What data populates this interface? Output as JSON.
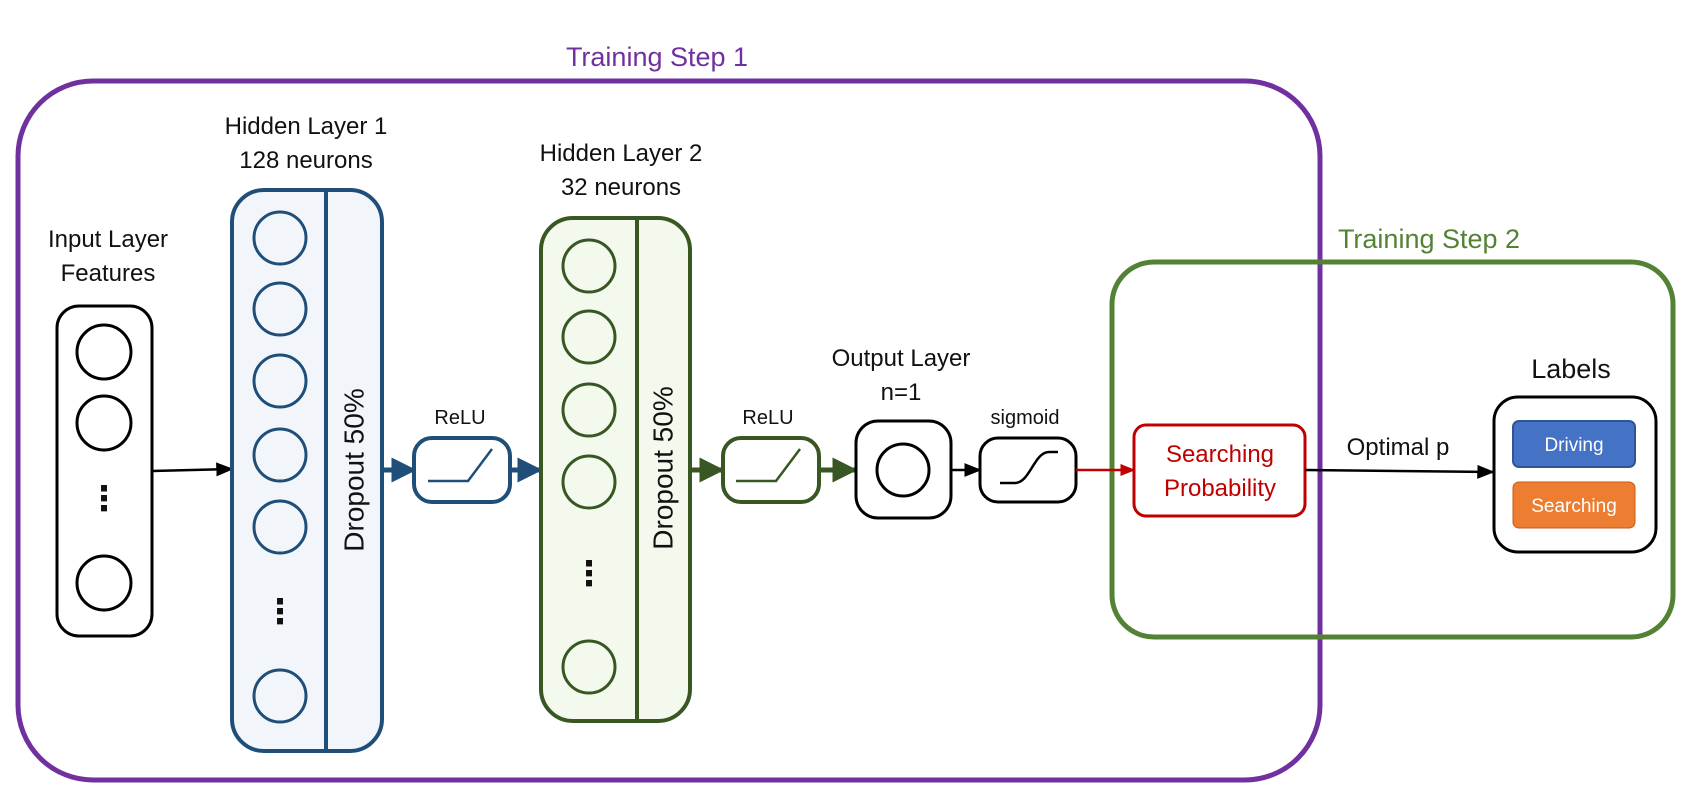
{
  "colors": {
    "step1": "#7030A0",
    "step2": "#548235",
    "hidden1": "#1F4E79",
    "hidden1_fill": "#F2F6FB",
    "hidden2": "#385723",
    "hidden2_fill": "#F4F9EE",
    "probability": "#C00000",
    "driving": "#4472C4",
    "searching": "#ED7D31",
    "neutral": "#000000"
  },
  "training_step_1": {
    "label": "Training Step 1"
  },
  "training_step_2": {
    "label": "Training Step 2"
  },
  "input_layer": {
    "title_line1": "Input Layer",
    "title_line2": "Features",
    "ellipsis": "⋮"
  },
  "hidden_layer_1": {
    "title_line1": "Hidden Layer 1",
    "title_line2": "128 neurons",
    "dropout": "Dropout 50%",
    "ellipsis": "⋮"
  },
  "activation_1": {
    "label": "ReLU",
    "icon": "relu-curve-icon"
  },
  "hidden_layer_2": {
    "title_line1": "Hidden Layer 2",
    "title_line2": "32 neurons",
    "dropout": "Dropout 50%",
    "ellipsis": "⋮"
  },
  "activation_2": {
    "label": "ReLU",
    "icon": "relu-curve-icon"
  },
  "output_layer": {
    "title_line1": "Output Layer",
    "title_line2": "n=1"
  },
  "activation_3": {
    "label": "sigmoid",
    "icon": "sigmoid-curve-icon"
  },
  "searching_probability": {
    "line1": "Searching",
    "line2": "Probability"
  },
  "threshold": {
    "label": "Optimal p"
  },
  "labels": {
    "title": "Labels",
    "driving": "Driving",
    "searching": "Searching"
  }
}
